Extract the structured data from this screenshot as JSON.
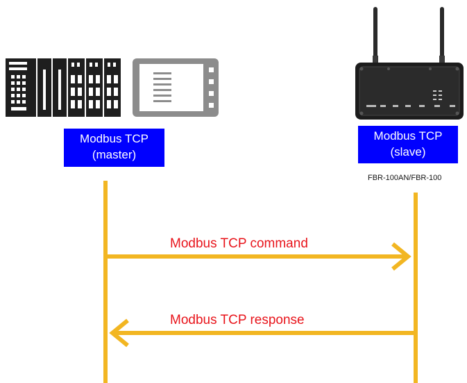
{
  "master": {
    "label_line1": "Modbus TCP",
    "label_line2": "(master)",
    "devices": [
      "plc-icon",
      "hmi-icon"
    ]
  },
  "slave": {
    "label_line1": "Modbus TCP",
    "label_line2": "(slave)",
    "model": "FBR-100AN/FBR-100",
    "device": "wireless-router-icon"
  },
  "messages": {
    "command": "Modbus TCP command",
    "response": "Modbus TCP response"
  },
  "colors": {
    "lifeline": "#f2b622",
    "label_box": "#0000ff",
    "label_text": "#ffffff",
    "message_text": "#e8141b",
    "device_dark": "#1e1e1e",
    "hmi_frame": "#8c8c8c"
  }
}
